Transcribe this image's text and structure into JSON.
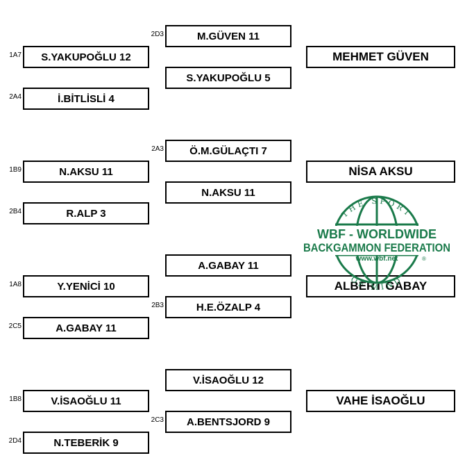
{
  "brackets": [
    {
      "r1": [
        {
          "seed": "1A7",
          "name": "S.YAKUPOĞLU",
          "score": "12"
        },
        {
          "seed": "2A4",
          "name": "İ.BİTLİSLİ",
          "score": "4"
        }
      ],
      "r2": [
        {
          "seed": "2D3",
          "name": "M.GÜVEN",
          "score": "11"
        },
        {
          "seed": "",
          "name": "S.YAKUPOĞLU",
          "score": "5"
        }
      ],
      "winner": "MEHMET GÜVEN"
    },
    {
      "r1": [
        {
          "seed": "1B9",
          "name": "N.AKSU",
          "score": "11"
        },
        {
          "seed": "2B4",
          "name": "R.ALP",
          "score": "3"
        }
      ],
      "r2": [
        {
          "seed": "2A3",
          "name": "Ö.M.GÜLAÇTI",
          "score": "7"
        },
        {
          "seed": "",
          "name": "N.AKSU",
          "score": "11"
        }
      ],
      "winner": "NİSA AKSU"
    },
    {
      "r1": [
        {
          "seed": "1A8",
          "name": "Y.YENİCİ",
          "score": "10"
        },
        {
          "seed": "2C5",
          "name": "A.GABAY",
          "score": "11"
        }
      ],
      "r2": [
        {
          "seed": "",
          "name": "A.GABAY",
          "score": "11"
        },
        {
          "seed": "2B3",
          "name": "H.E.ÖZALP",
          "score": "4"
        }
      ],
      "winner": "ALBERT GABAY"
    },
    {
      "r1": [
        {
          "seed": "1B8",
          "name": "V.İSAOĞLU",
          "score": "11"
        },
        {
          "seed": "2D4",
          "name": "N.TEBERİK",
          "score": "9"
        }
      ],
      "r2": [
        {
          "seed": "",
          "name": "V.İSAOĞLU",
          "score": "12"
        },
        {
          "seed": "2C3",
          "name": "A.BENTSJORD",
          "score": "9"
        }
      ],
      "winner": "VAHE İSAOĞLU"
    }
  ],
  "logo": {
    "arc_top": "THE SPORT",
    "arc_bottom": "OF MIND",
    "line1": "WBF - WORLDWIDE",
    "line2": "BACKGAMMON FEDERATION",
    "url": "www.wbf.net",
    "mark": "®",
    "color": "#1a7a4a"
  }
}
